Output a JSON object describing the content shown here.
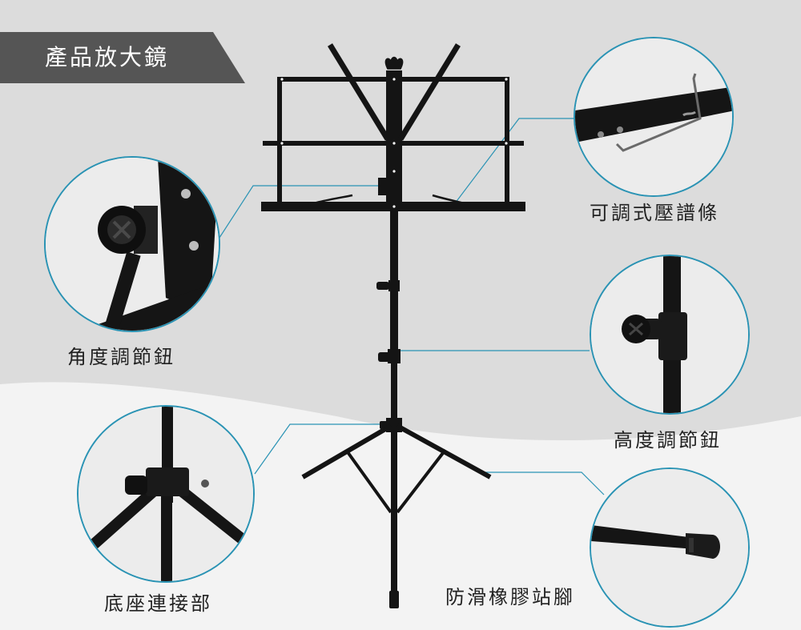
{
  "title": "產品放大鏡",
  "labels": {
    "angle_knob": "角度調節鈕",
    "page_clip": "可調式壓譜條",
    "height_knob": "高度調節鈕",
    "base_joint": "底座連接部",
    "rubber_feet": "防滑橡膠站腳"
  },
  "colors": {
    "accent": "#2a93b4",
    "banner": "#555555",
    "stand": "#111111"
  }
}
